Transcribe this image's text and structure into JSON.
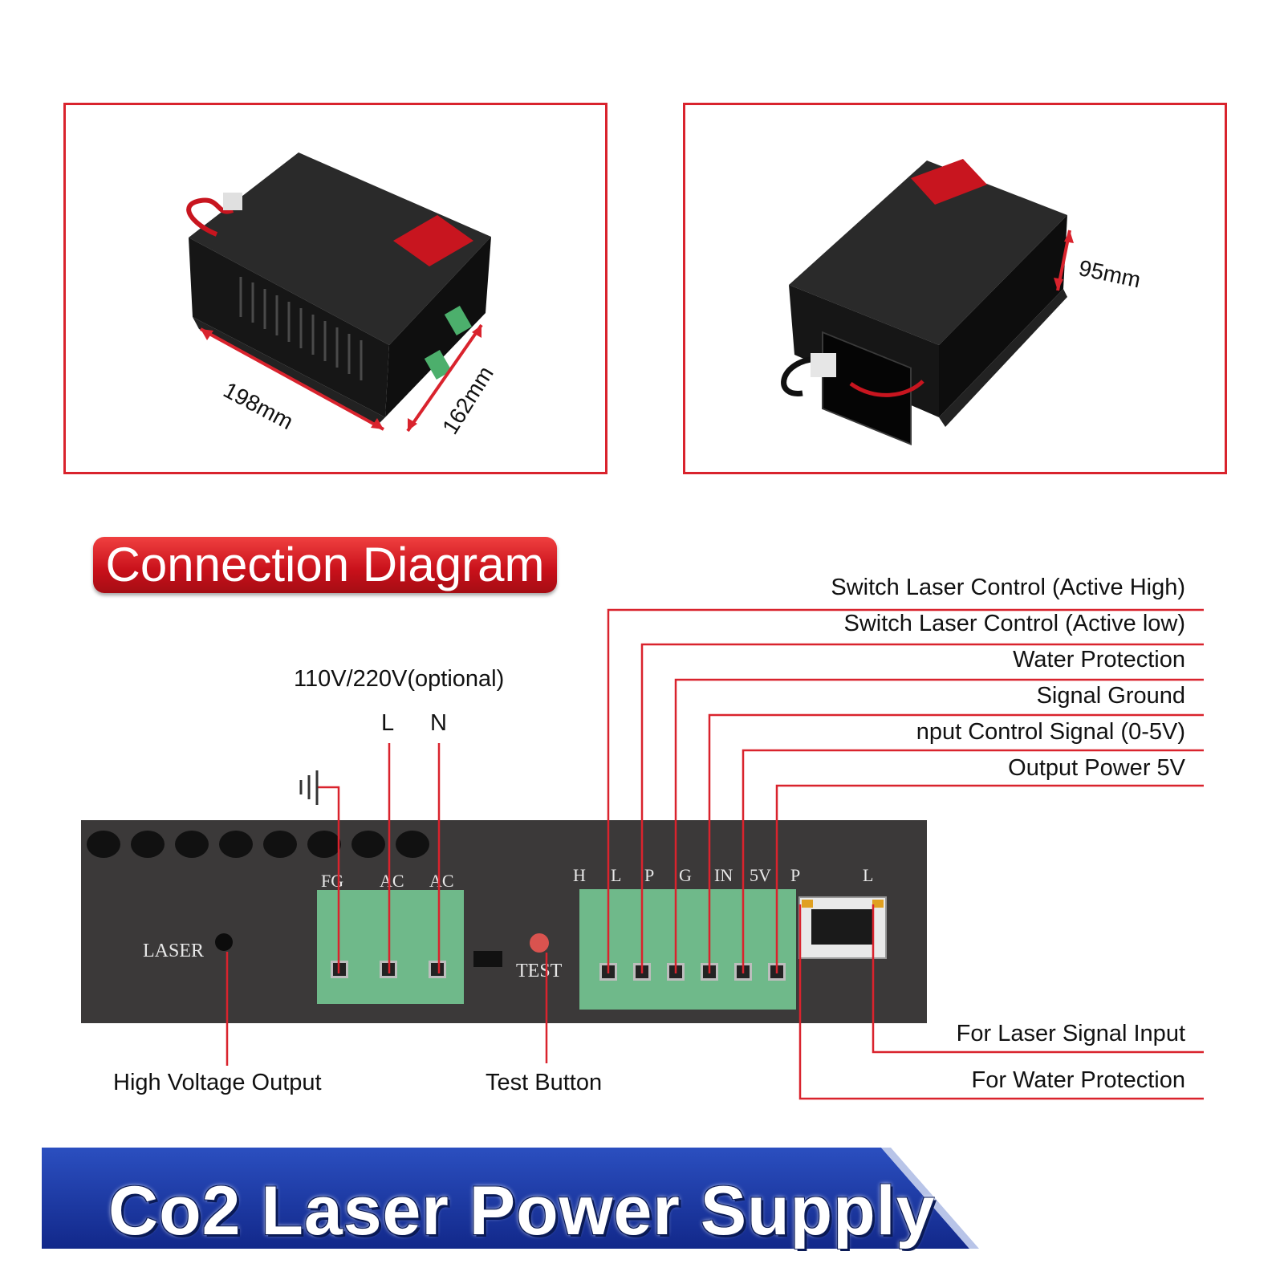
{
  "dimensions": {
    "length": "198mm",
    "width": "162mm",
    "height": "95mm"
  },
  "heading": "Connection Diagram",
  "input": {
    "voltage": "110V/220V(optional)",
    "live": "L",
    "neutral": "N"
  },
  "right_labels": [
    "Switch Laser Control (Active High)",
    "Switch Laser Control (Active low)",
    "Water Protection",
    "Signal Ground",
    "nput Control Signal (0-5V)",
    "Output Power 5V"
  ],
  "bottom_labels": {
    "high_voltage": "High Voltage Output",
    "test_button": "Test Button",
    "laser_signal": "For Laser Signal Input",
    "water_protection": "For Water Protection"
  },
  "panel_labels": {
    "laser": "LASER",
    "test": "TEST",
    "fg": "FG",
    "ac1": "AC",
    "ac2": "AC",
    "h": "H",
    "l": "L",
    "p": "P",
    "g": "G",
    "in": "IN",
    "v5": "5V",
    "port_p": "P",
    "port_l": "L"
  },
  "banner": "Co2 Laser Power Supply",
  "colors": {
    "accent_red": "#d9232d",
    "banner_blue": "#1f3a9e",
    "terminal_green": "#6fb98a",
    "panel_dark": "#3b3939"
  }
}
